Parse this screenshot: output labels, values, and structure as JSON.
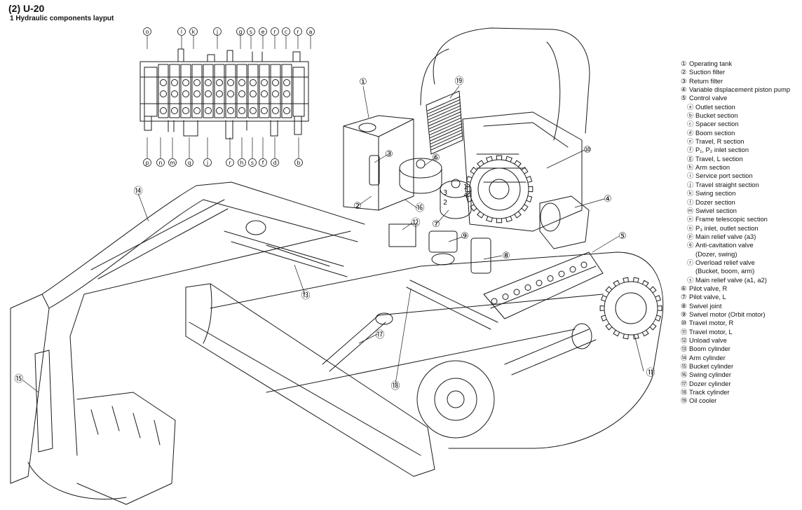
{
  "header": {
    "section": "(2) U-20",
    "subtitle": "1  Hydraulic components layput"
  },
  "valve_top_labels": [
    "o",
    "l",
    "k",
    "j",
    "g",
    "s",
    "e",
    "r",
    "c",
    "r",
    "a"
  ],
  "valve_bottom_labels": [
    "p",
    "n",
    "m",
    "q",
    "j",
    "r",
    "h",
    "s",
    "f",
    "d",
    "b"
  ],
  "legend": [
    {
      "num": "①",
      "text": "Operating tank"
    },
    {
      "num": "②",
      "text": "Suction filter"
    },
    {
      "num": "③",
      "text": "Return filter"
    },
    {
      "num": "④",
      "text": "Variable displacement piston pump"
    },
    {
      "num": "⑤",
      "text": "Control valve"
    },
    {
      "num": "ⓐ",
      "text": "Outlet section",
      "sub": true
    },
    {
      "num": "ⓑ",
      "text": "Bucket section",
      "sub": true
    },
    {
      "num": "ⓒ",
      "text": "Spacer section",
      "sub": true
    },
    {
      "num": "ⓓ",
      "text": "Boom section",
      "sub": true
    },
    {
      "num": "ⓔ",
      "text": "Travel, R section",
      "sub": true
    },
    {
      "num": "ⓕ",
      "text": "P₁, P₂ inlet section",
      "sub": true
    },
    {
      "num": "ⓖ",
      "text": "Travel, L section",
      "sub": true
    },
    {
      "num": "ⓗ",
      "text": "Arm section",
      "sub": true
    },
    {
      "num": "ⓘ",
      "text": "Service port section",
      "sub": true
    },
    {
      "num": "ⓙ",
      "text": "Travel straight section",
      "sub": true
    },
    {
      "num": "ⓚ",
      "text": "Swing section",
      "sub": true
    },
    {
      "num": "ⓛ",
      "text": "Dozer section",
      "sub": true
    },
    {
      "num": "ⓜ",
      "text": "Swivel section",
      "sub": true
    },
    {
      "num": "ⓝ",
      "text": "Frame telescopic section",
      "sub": true
    },
    {
      "num": "ⓞ",
      "text": "P₃ inlet, outlet section",
      "sub": true
    },
    {
      "num": "ⓟ",
      "text": "Main relief valve (a3)",
      "sub": true
    },
    {
      "num": "ⓠ",
      "text": "Anti-cavitation valve",
      "sub": true
    },
    {
      "num": "",
      "text": "(Dozer, swing)",
      "cont": true
    },
    {
      "num": "ⓡ",
      "text": "Overload relief valve",
      "sub": true
    },
    {
      "num": "",
      "text": "(Bucket, boom, arm)",
      "cont": true
    },
    {
      "num": "ⓢ",
      "text": "Main relief valve (a1, a2)",
      "sub": true
    },
    {
      "num": "⑥",
      "text": "Pilot valve, R"
    },
    {
      "num": "⑦",
      "text": "Pilot valve, L"
    },
    {
      "num": "⑧",
      "text": "Swivel joint"
    },
    {
      "num": "⑨",
      "text": "Swivel motor (Orbit motor)"
    },
    {
      "num": "⑩",
      "text": "Travel motor, R"
    },
    {
      "num": "⑪",
      "text": "Travel motor, L"
    },
    {
      "num": "⑫",
      "text": "Unload valve"
    },
    {
      "num": "⑬",
      "text": "Boom cylinder"
    },
    {
      "num": "⑭",
      "text": "Arm cylinder"
    },
    {
      "num": "⑮",
      "text": "Bucket cylinder"
    },
    {
      "num": "⑯",
      "text": "Swing cylinder"
    },
    {
      "num": "⑰",
      "text": "Dozer cylinder"
    },
    {
      "num": "⑱",
      "text": "Track cylinder"
    },
    {
      "num": "⑲",
      "text": "Oil cooler"
    }
  ],
  "callouts": {
    "c1": "①",
    "c2": "②",
    "c3": "③",
    "c4": "④",
    "c5": "⑤",
    "c6": "⑥",
    "c7": "⑦",
    "c8": "⑧",
    "c9": "⑨",
    "c10": "⑩",
    "c11": "⑪",
    "c12": "⑫",
    "c13": "⑬",
    "c14": "⑭",
    "c15": "⑮",
    "c16": "⑯",
    "c17": "⑰",
    "c18": "⑱",
    "c19": "⑲"
  },
  "pilot_marks": {
    "m3": "3",
    "m1": "1",
    "m4": "4",
    "m2": "2"
  }
}
